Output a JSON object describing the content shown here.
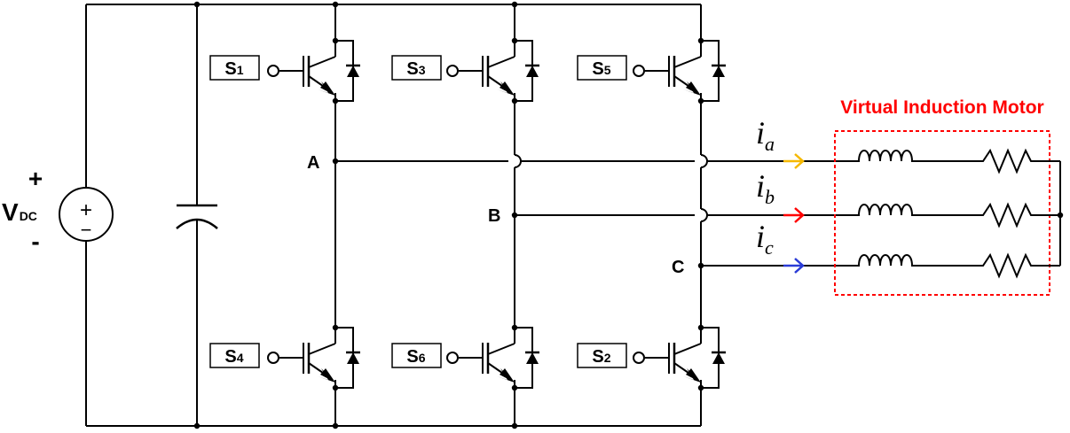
{
  "source": {
    "plus": "+",
    "minus": "-",
    "v_main": "V",
    "v_sub": "DC",
    "symbol_plus": "+",
    "symbol_minus": "−"
  },
  "nodes": {
    "a": "A",
    "b": "B",
    "c": "C"
  },
  "switches": {
    "s1": {
      "main": "S",
      "sub": "1"
    },
    "s3": {
      "main": "S",
      "sub": "3"
    },
    "s5": {
      "main": "S",
      "sub": "5"
    },
    "s4": {
      "main": "S",
      "sub": "4"
    },
    "s6": {
      "main": "S",
      "sub": "6"
    },
    "s2": {
      "main": "S",
      "sub": "2"
    }
  },
  "currents": {
    "ia": {
      "main": "i",
      "sub": "a"
    },
    "ib": {
      "main": "i",
      "sub": "b"
    },
    "ic": {
      "main": "i",
      "sub": "c"
    }
  },
  "motor": {
    "title": "Virtual Induction Motor"
  },
  "colors": {
    "line": "#000000",
    "phase_a_arrow": "#f5b800",
    "phase_b_arrow": "#ff0000",
    "phase_c_arrow": "#2a3bd6",
    "motor_box": "#ff0000",
    "motor_title": "#ff0000"
  }
}
